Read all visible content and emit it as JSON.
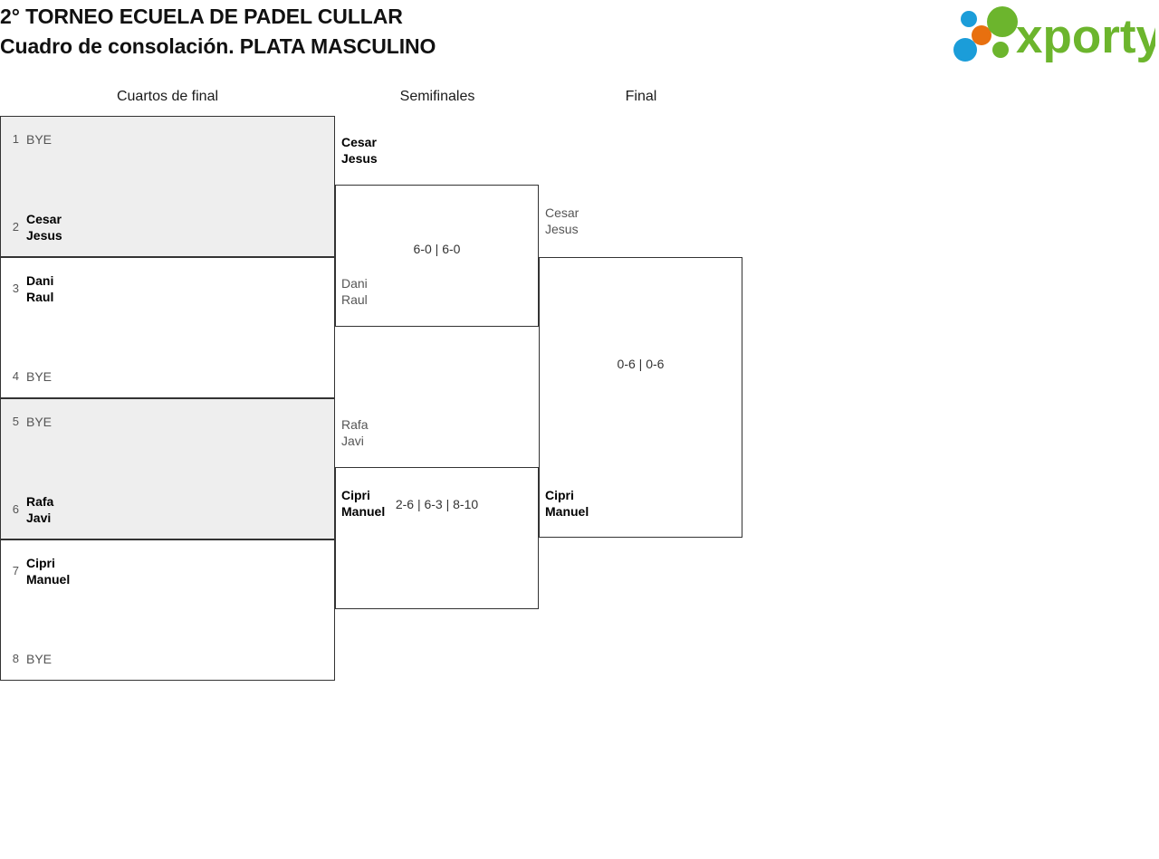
{
  "header": {
    "title_line1": "2° TORNEO ECUELA DE PADEL CULLAR",
    "title_line2": "Cuadro de consolación. PLATA MASCULINO",
    "logo_text": "xporty",
    "logo_colors": {
      "green": "#6cb52d",
      "blue": "#1b9dd9",
      "orange": "#e8700f"
    }
  },
  "rounds": [
    {
      "id": "quarterfinals",
      "label": "Cuartos de final"
    },
    {
      "id": "semifinals",
      "label": "Semifinales"
    },
    {
      "id": "final",
      "label": "Final"
    }
  ],
  "quarterfinals": [
    {
      "shaded": true,
      "top": {
        "seed": "1",
        "team": "BYE",
        "result": "bye"
      },
      "bottom": {
        "seed": "2",
        "team": "Cesar\nJesus",
        "result": "winner"
      }
    },
    {
      "shaded": false,
      "top": {
        "seed": "3",
        "team": "Dani\nRaul",
        "result": "winner"
      },
      "bottom": {
        "seed": "4",
        "team": "BYE",
        "result": "bye"
      }
    },
    {
      "shaded": true,
      "top": {
        "seed": "5",
        "team": "BYE",
        "result": "bye"
      },
      "bottom": {
        "seed": "6",
        "team": "Rafa\nJavi",
        "result": "winner"
      }
    },
    {
      "shaded": false,
      "top": {
        "seed": "7",
        "team": "Cipri\nManuel",
        "result": "winner"
      },
      "bottom": {
        "seed": "8",
        "team": "BYE",
        "result": "bye"
      }
    }
  ],
  "semifinals": [
    {
      "top_team": "Cesar\nJesus",
      "top_result": "winner",
      "bottom_team": "Dani\nRaul",
      "bottom_result": "loser",
      "score": "6-0 | 6-0"
    },
    {
      "top_team": "Rafa\nJavi",
      "top_result": "loser",
      "bottom_team": "Cipri\nManuel",
      "bottom_result": "winner",
      "score": "2-6 | 6-3 | 8-10"
    }
  ],
  "final": {
    "top_team": "Cesar\nJesus",
    "top_result": "loser",
    "bottom_team": "Cipri\nManuel",
    "bottom_result": "winner",
    "score": "0-6 | 0-6"
  }
}
